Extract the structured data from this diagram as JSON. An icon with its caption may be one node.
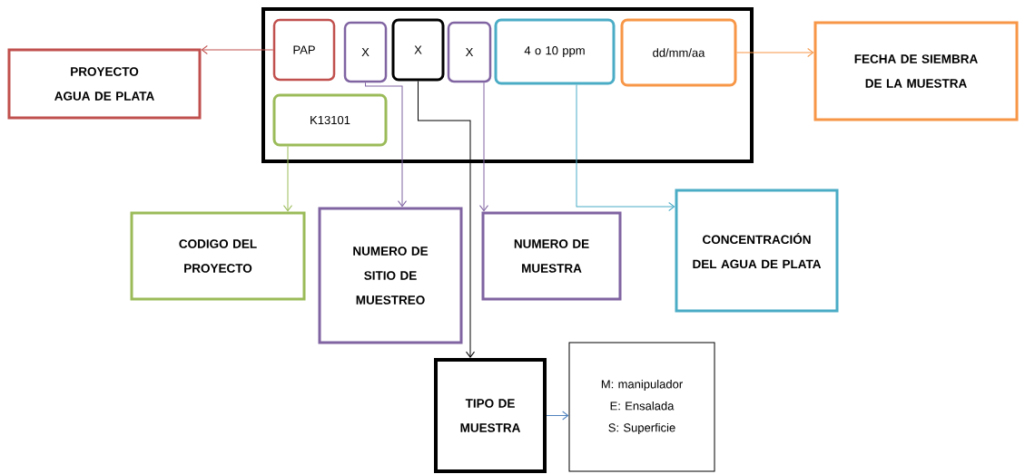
{
  "diagram": {
    "nodes": [
      {
        "text": [],
        "shape": "box"
      },
      {
        "text": [
          "PAP"
        ],
        "in": 0
      },
      {
        "text": [
          "X"
        ],
        "in": 0
      },
      {
        "text": [
          "X"
        ],
        "in": 0
      },
      {
        "text": [
          "X"
        ],
        "in": 0
      },
      {
        "text": [
          "4 o 10 ppm"
        ],
        "in": 0
      },
      {
        "text": [
          "dd/mm/aa"
        ],
        "in": 0
      },
      {
        "text": [
          "K13101"
        ],
        "in": 0
      },
      {
        "text": [
          "PROYECTO AGUA DE PLATA"
        ]
      },
      {
        "text": [
          "FECHA DE SIEMBRA DE LA MUESTRA"
        ]
      },
      {
        "text": [
          "CODIGO DEL PROYECTO"
        ]
      },
      {
        "text": [
          "NUMERO DE SITIO DE MUESTREO"
        ]
      },
      {
        "text": [
          "NUMERO DE MUESTRA"
        ]
      },
      {
        "text": [
          "CONCENTRACIÓN DEL AGUA DE PLATA"
        ]
      },
      {
        "text": [
          "TIPO DE MUESTRA"
        ]
      },
      {
        "text": [
          "M: manipulador",
          "E: Ensalada",
          "S: Superficie"
        ]
      }
    ],
    "edges": [
      {
        "from": 1,
        "to": 8,
        "arrow": "to",
        "color": "#c0504d"
      },
      {
        "from": 6,
        "to": 9,
        "arrow": "to",
        "color": "#f79646"
      },
      {
        "from": 7,
        "to": 10,
        "arrow": "to",
        "color": "#9bbb59"
      },
      {
        "from": 2,
        "to": 11,
        "arrow": "to",
        "color": "#8064a2"
      },
      {
        "from": 3,
        "to": 14,
        "arrow": "to",
        "color": "#000000"
      },
      {
        "from": 4,
        "to": 12,
        "arrow": "to",
        "color": "#8064a2"
      },
      {
        "from": 5,
        "to": 13,
        "arrow": "to",
        "color": "#4bacc6"
      },
      {
        "from": 14,
        "to": 15,
        "arrow": "to",
        "color": "#4f81bd"
      }
    ]
  }
}
